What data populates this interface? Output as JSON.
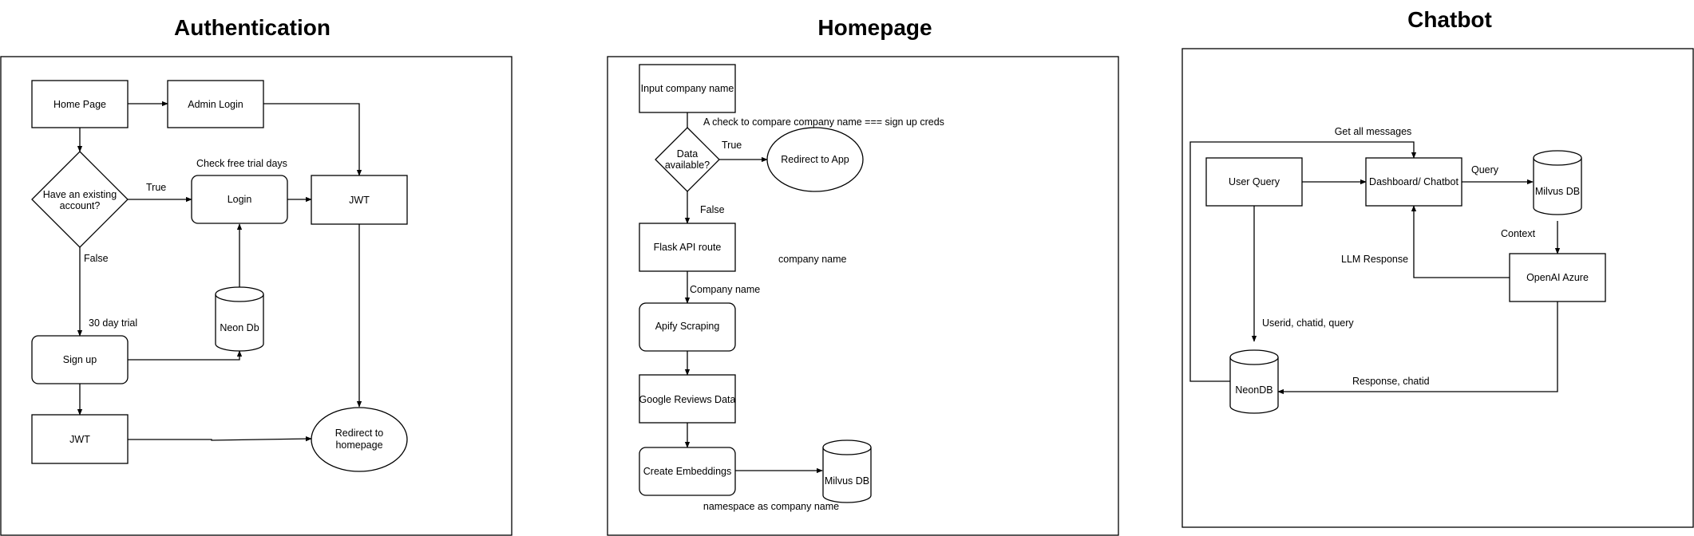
{
  "sections": {
    "auth": {
      "title": "Authentication",
      "nodes": {
        "home_page": "Home Page",
        "admin_login": "Admin Login",
        "existing_account_1": "Have an existing",
        "existing_account_2": "account?",
        "login": "Login",
        "jwt_top": "JWT",
        "neon_db": "Neon Db",
        "sign_up": "Sign up",
        "jwt_bottom": "JWT",
        "redirect_home_1": "Redirect to",
        "redirect_home_2": "homepage"
      },
      "edges": {
        "true": "True",
        "false": "False",
        "check_trial": "Check free trial days",
        "trial_30": "30 day trial"
      }
    },
    "homepage": {
      "title": "Homepage",
      "nodes": {
        "input_company": "Input company name",
        "data_available_1": "Data",
        "data_available_2": "available?",
        "redirect_app": "Redirect to App",
        "flask_route": "Flask API route",
        "apify": "Apify Scraping",
        "google_reviews": "Google Reviews Data",
        "embeddings": "Create Embeddings",
        "milvus": "Milvus DB"
      },
      "edges": {
        "check_compare": "A check to compare company name === sign up creds",
        "true": "True",
        "false": "False",
        "company_name_free": "company name",
        "company_name_edge": "Company name",
        "namespace": "namespace as company name"
      }
    },
    "chatbot": {
      "title": "Chatbot",
      "nodes": {
        "user_query": "User Query",
        "dashboard": "Dashboard/ Chatbot",
        "milvus": "Milvus DB",
        "openai": "OpenAI Azure",
        "neondb": "NeonDB"
      },
      "edges": {
        "get_all_messages": "Get all messages",
        "query": "Query",
        "context": "Context",
        "llm_response": "LLM Response",
        "userid_chatid_query": "Userid, chatid, query",
        "response_chatid": "Response, chatid"
      }
    }
  }
}
